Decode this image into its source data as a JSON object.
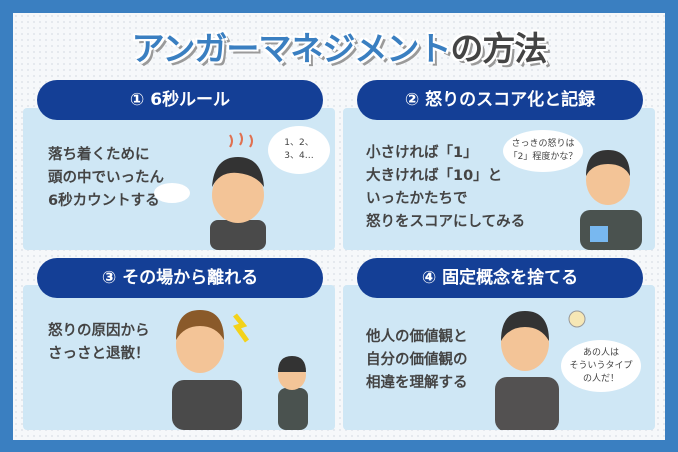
{
  "title": {
    "accent": "アンガーマネジメント",
    "rest": "の方法"
  },
  "colors": {
    "border": "#3a7fc1",
    "header_pill": "#143f96",
    "panel": "#cfe7f5",
    "title_accent": "#3a7fc1"
  },
  "sections": [
    {
      "heading": "① 6秒ルール",
      "text": "落ち着くために\n頭の中でいったん\n6秒カウントする",
      "bubble": "1、2、\n3、4…"
    },
    {
      "heading": "② 怒りのスコア化と記録",
      "text": "小さければ「1」\n大きければ「10」と\nいったかたちで\n怒りをスコアにしてみる",
      "bubble": "さっきの怒りは\n「2」程度かな？"
    },
    {
      "heading": "③ その場から離れる",
      "text": "怒りの原因から\nさっさと退散！"
    },
    {
      "heading": "④ 固定概念を捨てる",
      "text": "他人の価値観と\n自分の価値観の\n相違を理解する",
      "bubble": "あの人は\nそういうタイプ\nの人だ！"
    }
  ]
}
